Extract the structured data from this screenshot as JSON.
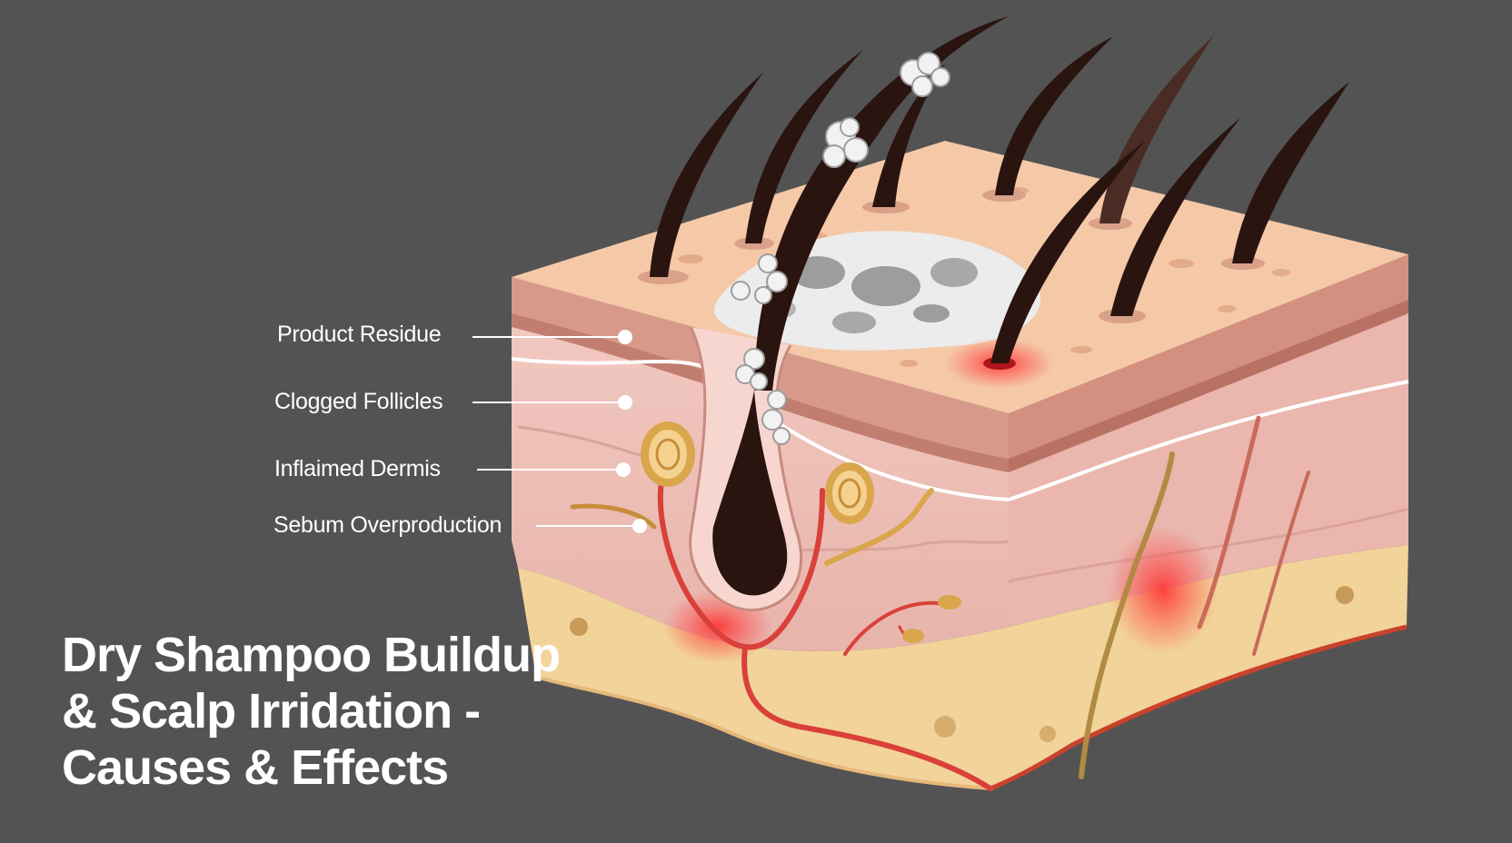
{
  "diagram": {
    "title_lines": [
      "Dry Shampoo Buildup",
      "& Scalp Irridation -",
      "Causes & Effects"
    ],
    "labels": [
      {
        "id": "product-residue",
        "text": "Product Residue"
      },
      {
        "id": "clogged-follicles",
        "text": "Clogged Follicles"
      },
      {
        "id": "inflamed-dermis",
        "text": "Inflaimed Dermis"
      },
      {
        "id": "sebum-overproduction",
        "text": "Sebum Overproduction"
      }
    ]
  },
  "colors": {
    "background": "#535353",
    "skin_top": "#f5c9a8",
    "epidermis": "#d79a8a",
    "dermis": "#f0c2bb",
    "fat_layer": "#f2d39a",
    "hair": "#2a1410",
    "residue": "#9d9d9d",
    "inflammation": "#e3212c",
    "gland": "#d9a64c"
  }
}
